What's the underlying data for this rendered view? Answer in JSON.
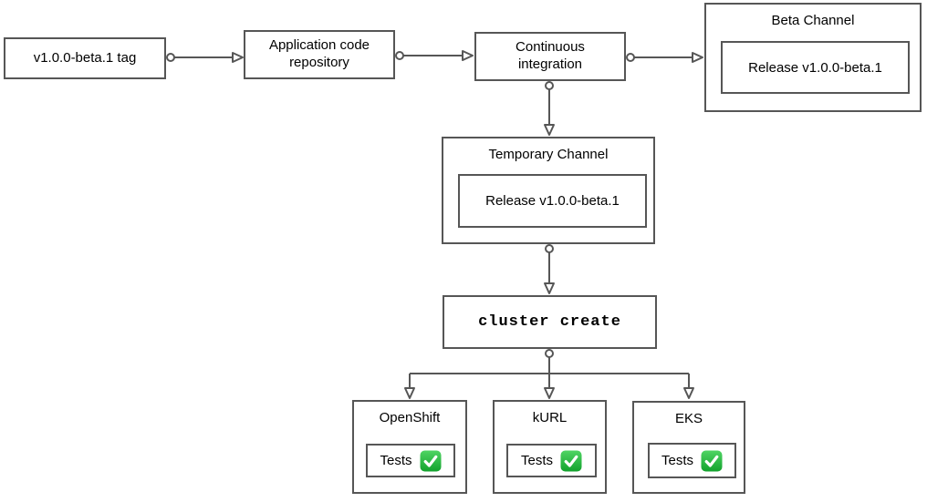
{
  "diagram": {
    "background": "#ffffff",
    "stroke_color": "#565656",
    "text_color": "#000000",
    "check_green": "#17a82f",
    "nodes": {
      "tag": {
        "label": "v1.0.0-beta.1 tag"
      },
      "repo": {
        "label": "Application code repository"
      },
      "ci": {
        "label": "Continuous integration"
      },
      "beta_channel": {
        "title": "Beta Channel",
        "release_label": "Release v1.0.0-beta.1"
      },
      "temporary_channel": {
        "title": "Temporary Channel",
        "release_label": "Release v1.0.0-beta.1"
      },
      "cluster_create": {
        "label": "cluster create"
      },
      "openshift": {
        "title": "OpenShift",
        "tests_label": "Tests",
        "tests_status_icon": "check-mark-green"
      },
      "kurl": {
        "title": "kURL",
        "tests_label": "Tests",
        "tests_status_icon": "check-mark-green"
      },
      "eks": {
        "title": "EKS",
        "tests_label": "Tests",
        "tests_status_icon": "check-mark-green"
      }
    },
    "edges": [
      {
        "from": "tag",
        "to": "repo"
      },
      {
        "from": "repo",
        "to": "ci"
      },
      {
        "from": "ci",
        "to": "beta_channel"
      },
      {
        "from": "ci",
        "to": "temporary_channel"
      },
      {
        "from": "temporary_channel",
        "to": "cluster_create"
      },
      {
        "from": "cluster_create",
        "to": "openshift"
      },
      {
        "from": "cluster_create",
        "to": "kurl"
      },
      {
        "from": "cluster_create",
        "to": "eks"
      }
    ]
  }
}
